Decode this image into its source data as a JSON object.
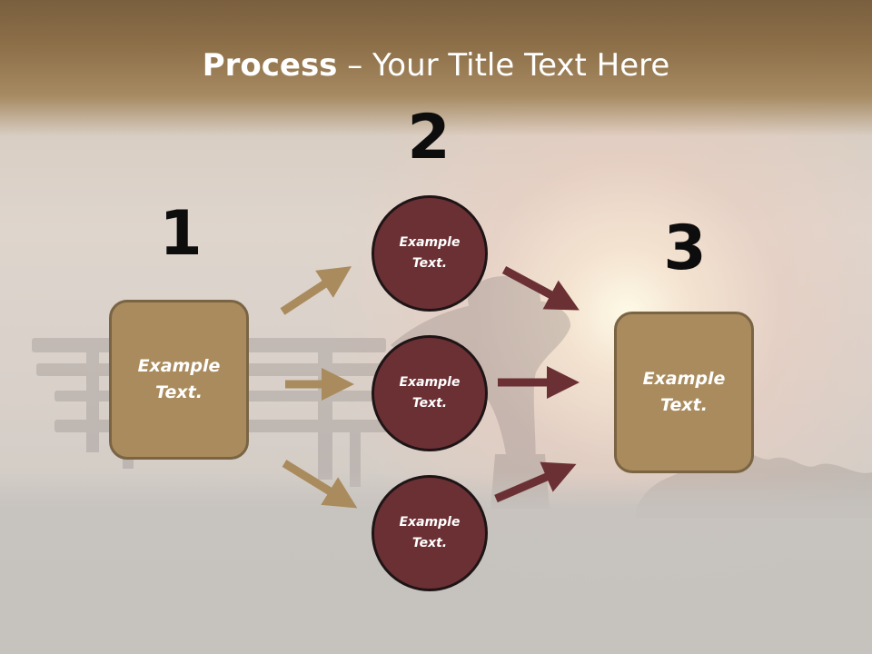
{
  "slide": {
    "title_bold": "Process",
    "title_rest": " – Your Title Text Here",
    "step_numbers": [
      "1",
      "2",
      "3"
    ],
    "left_box": {
      "label": "Example\nText."
    },
    "circles": [
      {
        "label": "Example\nText."
      },
      {
        "label": "Example\nText."
      },
      {
        "label": "Example\nText."
      }
    ],
    "right_box": {
      "label": "Example\nText."
    }
  },
  "colors": {
    "title_band": "#8e7049",
    "box_fill": "#a98b5d",
    "circle_fill": "#6b3034",
    "arrow_tan": "#a98b5d",
    "arrow_maroon": "#6b3034",
    "number_text": "#0d0d0d"
  }
}
